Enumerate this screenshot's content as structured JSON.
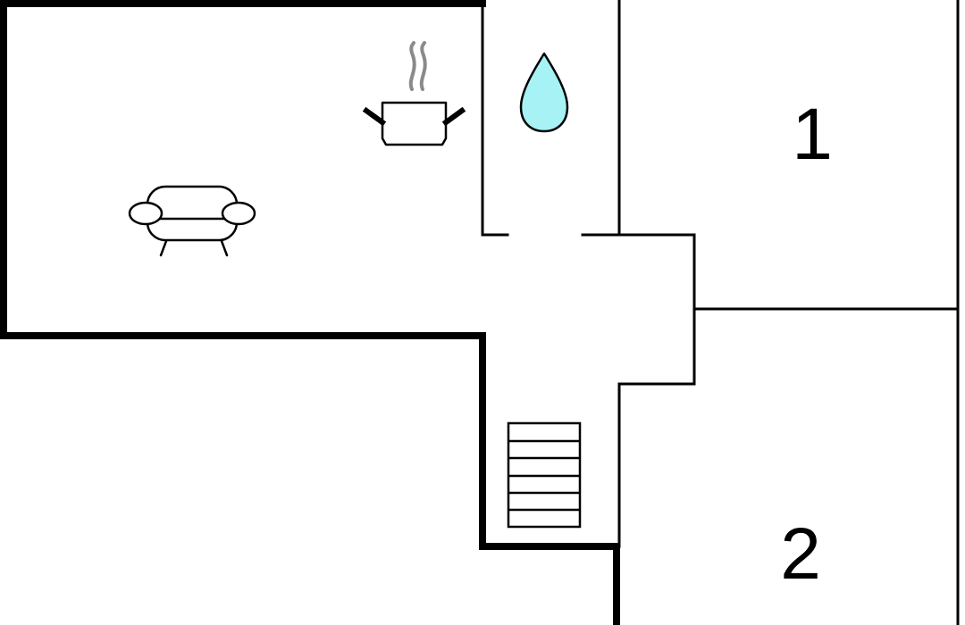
{
  "floorplan": {
    "rooms": [
      {
        "id": "bedroom-1",
        "label": "1"
      },
      {
        "id": "bedroom-2",
        "label": "2"
      },
      {
        "id": "living-kitchen",
        "label": ""
      },
      {
        "id": "bathroom",
        "label": ""
      },
      {
        "id": "hallway",
        "label": ""
      }
    ],
    "icons": [
      {
        "name": "sofa-icon",
        "room": "living-kitchen"
      },
      {
        "name": "cooking-pot-icon",
        "room": "living-kitchen"
      },
      {
        "name": "water-drop-icon",
        "room": "bathroom"
      },
      {
        "name": "staircase-icon",
        "room": "hallway"
      }
    ],
    "colors": {
      "wall": "#000000",
      "background": "#ffffff",
      "water": "#a6f2f5",
      "steam": "#8a8a8a"
    }
  }
}
